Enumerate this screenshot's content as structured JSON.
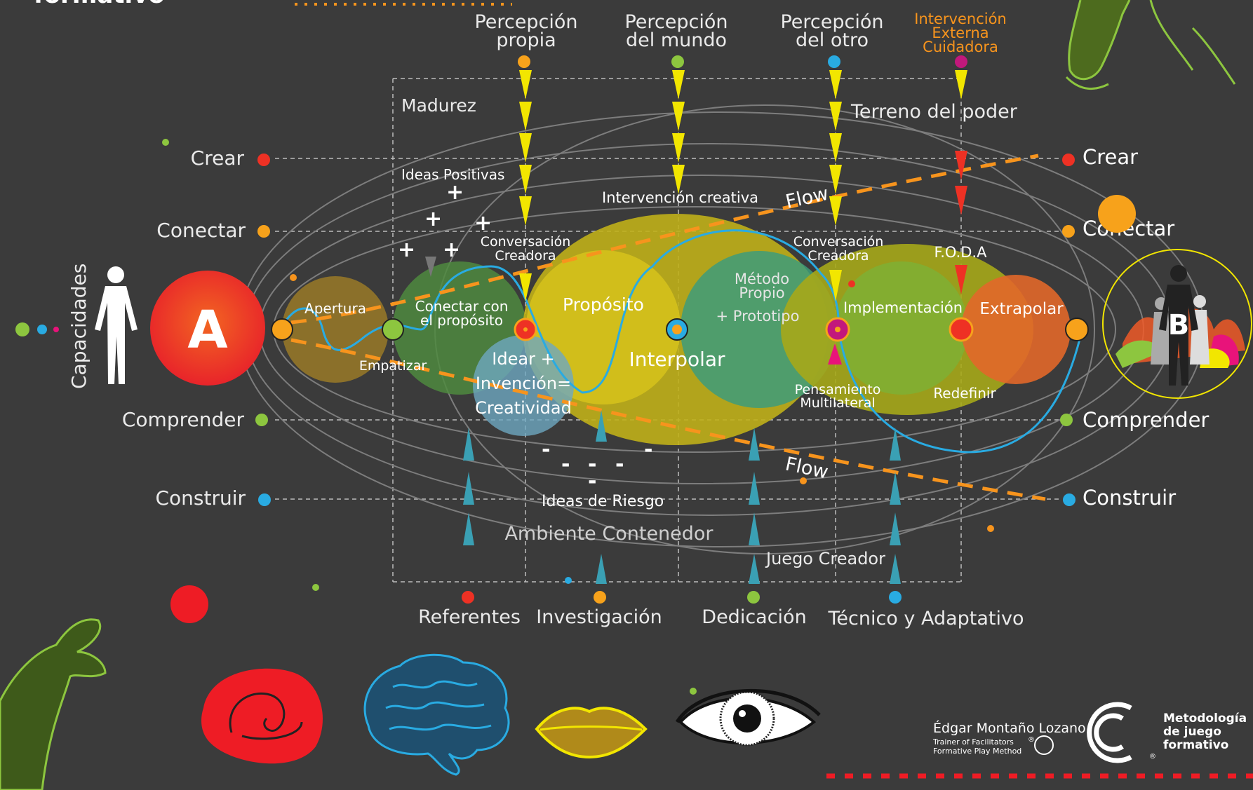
{
  "header": {
    "partial_title": "formativo"
  },
  "perceptions": [
    {
      "text": "Percepción propia",
      "l1": "Percepción",
      "l2": "propia"
    },
    {
      "text": "Percepción del mundo",
      "l1": "Percepción",
      "l2": "del mundo"
    },
    {
      "text": "Percepción del otro",
      "l1": "Percepción",
      "l2": "del  otro"
    },
    {
      "text": "Intervención Externa Cuidadora",
      "l1": "Intervención",
      "l2": "Externa",
      "l3": "Cuidadora"
    }
  ],
  "levels_left": [
    "Crear",
    "Conectar",
    "Comprender",
    "Construir"
  ],
  "levels_right": [
    "Crear",
    "Conectar",
    "Comprender",
    "Construir"
  ],
  "vertical_label": "Capacidades",
  "endpoints": {
    "start": "A",
    "end": "B"
  },
  "zones": {
    "madurez": "Madurez",
    "poder": "Terreno del poder"
  },
  "ideas_positivas": "Ideas Positivas",
  "plus_sign": "+",
  "minus_sign": "-",
  "ideas_riesgo": "Ideas de Riesgo",
  "intervencion_creativa": "Intervención creativa",
  "flow": "Flow",
  "conversacion": {
    "l1": "Conversación",
    "l2": "Creadora"
  },
  "phases": {
    "apertura": "Apertura",
    "empatizar": "Empatizar",
    "conectar_proposito": {
      "l1": "Conectar con",
      "l2": "el propósito"
    },
    "idear": {
      "l1": "Idear +",
      "l2": "Invención=",
      "l3": "Creatividad"
    },
    "proposito": "Propósito",
    "interpolar": "Interpolar",
    "metodo": {
      "l1": "Método",
      "l2": "Propio",
      "l3": "+ Prototipo"
    },
    "pensamiento": {
      "l1": "Pensamiento",
      "l2": "Multilateral"
    },
    "foda": "F.O.D.A",
    "implementacion": "Implementación",
    "extrapolar": "Extrapolar",
    "redefinir": "Redefinir"
  },
  "ambiente": "Ambiente Contenedor",
  "juego": "Juego Creador",
  "foundations": [
    "Referentes",
    "Investigación",
    "Dedicación",
    "Técnico y Adaptativo"
  ],
  "credits": {
    "author": "Édgar Montaño Lozano",
    "role": "Trainer of Facilitators",
    "method": "Formative Play Method",
    "registered": "®",
    "logo_l1": "Metodología",
    "logo_l2": "de juego",
    "logo_l3": "formativo"
  },
  "colors": {
    "background": "#3b3b3b",
    "orange": "#f7941d",
    "yellow": "#f2e600",
    "red": "#ee3124",
    "green": "#8dc63f",
    "blue": "#29abe2",
    "magenta": "#c2187c",
    "teal": "#3aa0b4",
    "olive": "#b5ad17"
  },
  "icons": [
    "human-silhouette-icon",
    "group-silhouettes-icon",
    "hand-icon",
    "brain-icon",
    "lips-icon",
    "eye-icon",
    "gut-icon",
    "logo-icon"
  ]
}
